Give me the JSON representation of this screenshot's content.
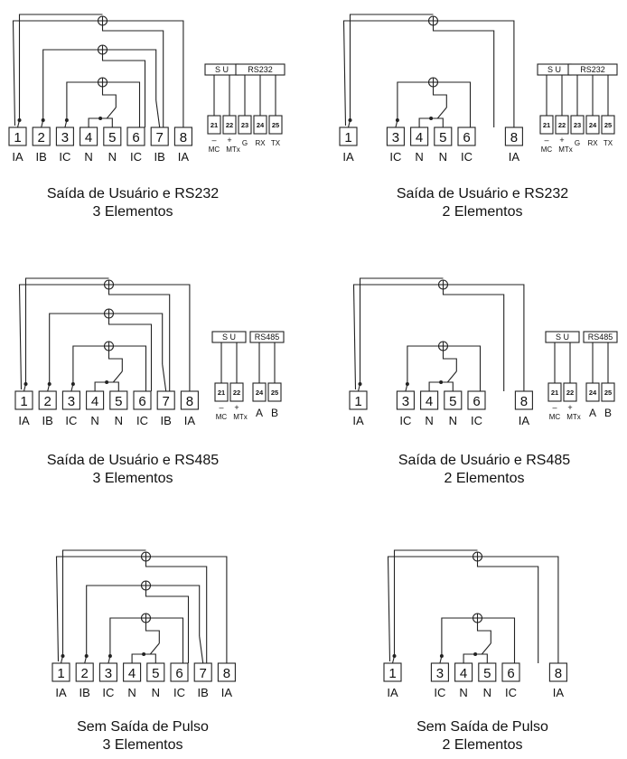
{
  "diagrams": [
    {
      "caption_line1": "Saída de Usuário e RS232",
      "caption_line2": "3 Elementos",
      "terminals": [
        "1",
        "2",
        "3",
        "4",
        "5",
        "6",
        "7",
        "8"
      ],
      "terminal_labels": [
        "IA",
        "IB",
        "IC",
        "N",
        "N",
        "IC",
        "IB",
        "IA"
      ],
      "side_block": {
        "group_a": "S U",
        "group_b": "RS232",
        "terminals": [
          "21",
          "22",
          "23",
          "24",
          "25"
        ],
        "signs": [
          "–",
          "+"
        ],
        "labels": [
          "MC",
          "MTx",
          "G",
          "RX",
          "TX"
        ]
      }
    },
    {
      "caption_line1": "Saída de Usuário e RS232",
      "caption_line2": "2 Elementos",
      "terminals": [
        "1",
        "3",
        "4",
        "5",
        "6",
        "8"
      ],
      "terminal_labels": [
        "IA",
        "IC",
        "N",
        "N",
        "IC",
        "IA"
      ],
      "side_block": {
        "group_a": "S U",
        "group_b": "RS232",
        "terminals": [
          "21",
          "22",
          "23",
          "24",
          "25"
        ],
        "signs": [
          "–",
          "+"
        ],
        "labels": [
          "MC",
          "MTx",
          "G",
          "RX",
          "TX"
        ]
      }
    },
    {
      "caption_line1": "Saída de Usuário e RS485",
      "caption_line2": "3 Elementos",
      "terminals": [
        "1",
        "2",
        "3",
        "4",
        "5",
        "6",
        "7",
        "8"
      ],
      "terminal_labels": [
        "IA",
        "IB",
        "IC",
        "N",
        "N",
        "IC",
        "IB",
        "IA"
      ],
      "side_block": {
        "group_a": "S U",
        "group_b": "RS485",
        "terminals": [
          "21",
          "22",
          "24",
          "25"
        ],
        "signs": [
          "–",
          "+"
        ],
        "labels": [
          "MC",
          "MTx",
          "A",
          "B"
        ]
      }
    },
    {
      "caption_line1": "Saída de Usuário e RS485",
      "caption_line2": "2 Elementos",
      "terminals": [
        "1",
        "3",
        "4",
        "5",
        "6",
        "8"
      ],
      "terminal_labels": [
        "IA",
        "IC",
        "N",
        "N",
        "IC",
        "IA"
      ],
      "side_block": {
        "group_a": "S U",
        "group_b": "RS485",
        "terminals": [
          "21",
          "22",
          "24",
          "25"
        ],
        "signs": [
          "–",
          "+"
        ],
        "labels": [
          "MC",
          "MTx",
          "A",
          "B"
        ]
      }
    },
    {
      "caption_line1": "Sem Saída de Pulso",
      "caption_line2": "3 Elementos",
      "terminals": [
        "1",
        "2",
        "3",
        "4",
        "5",
        "6",
        "7",
        "8"
      ],
      "terminal_labels": [
        "IA",
        "IB",
        "IC",
        "N",
        "N",
        "IC",
        "IB",
        "IA"
      ]
    },
    {
      "caption_line1": "Sem Saída de Pulso",
      "caption_line2": "2 Elementos",
      "terminals": [
        "1",
        "3",
        "4",
        "5",
        "6",
        "8"
      ],
      "terminal_labels": [
        "IA",
        "IC",
        "N",
        "N",
        "IC",
        "IA"
      ]
    }
  ]
}
